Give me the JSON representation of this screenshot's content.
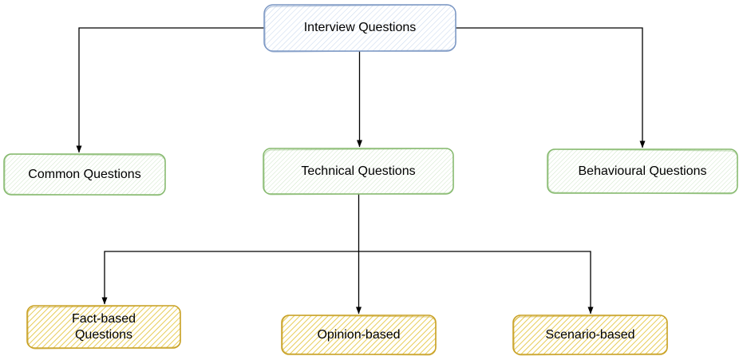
{
  "diagram": {
    "kind": "tree",
    "root_label": "Interview Questions"
  },
  "nodes": {
    "interview": {
      "label": "Interview Questions",
      "stroke": "#7b97c4",
      "hatch": "#c9d8ee"
    },
    "common": {
      "label": "Common Questions",
      "stroke": "#85b96d",
      "hatch": "#cfe5c8"
    },
    "technical": {
      "label": "Technical Questions",
      "stroke": "#85b96d",
      "hatch": "#cfe5c8"
    },
    "behavioural": {
      "label": "Behavioural Questions",
      "stroke": "#85b96d",
      "hatch": "#cfe5c8"
    },
    "fact": {
      "label": "Fact-based Questions",
      "stroke": "#c9a227",
      "hatch": "#e7ca4d"
    },
    "opinion": {
      "label": "Opinion-based",
      "stroke": "#c9a227",
      "hatch": "#e7ca4d"
    },
    "scenario": {
      "label": "Scenario-based",
      "stroke": "#c9a227",
      "hatch": "#e7ca4d"
    }
  },
  "edges": {
    "color": "#000000",
    "list": [
      {
        "from": "Interview Questions",
        "to": "Common Questions"
      },
      {
        "from": "Interview Questions",
        "to": "Technical Questions"
      },
      {
        "from": "Interview Questions",
        "to": "Behavioural Questions"
      },
      {
        "from": "Technical Questions",
        "to": "Fact-based Questions"
      },
      {
        "from": "Technical Questions",
        "to": "Opinion-based"
      },
      {
        "from": "Technical Questions",
        "to": "Scenario-based"
      }
    ]
  },
  "colors": {
    "background": "#ffffff",
    "text": "#000000",
    "blue_stroke": "#7b97c4",
    "green_stroke": "#85b96d",
    "yellow_stroke": "#c9a227",
    "edge": "#000000"
  }
}
